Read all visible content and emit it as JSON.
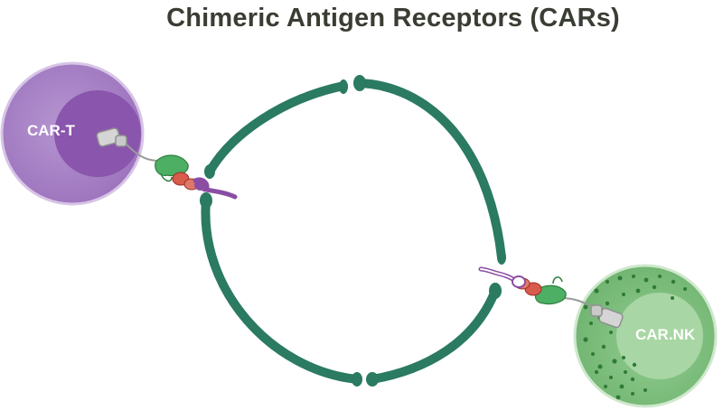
{
  "title": "Chimeric Antigen Receptors (CARs)",
  "cells": {
    "car_t": {
      "label": "CAR-T"
    },
    "car_nk": {
      "label": "CAR.NK"
    }
  },
  "colors": {
    "title": "#3a3d33",
    "ring": "#2b7a62",
    "car_t_outer": "#a985c4",
    "car_t_inner": "#8a55ad",
    "car_nk_outer": "#7cbd7e",
    "car_nk_inner": "#9fd29c",
    "car_nk_dots": "#2f7a37",
    "receptor_green": "#4caf63",
    "receptor_red": "#d95b4c",
    "receptor_purple": "#8b4da3",
    "hinge_gray": "#b5b5b5"
  }
}
